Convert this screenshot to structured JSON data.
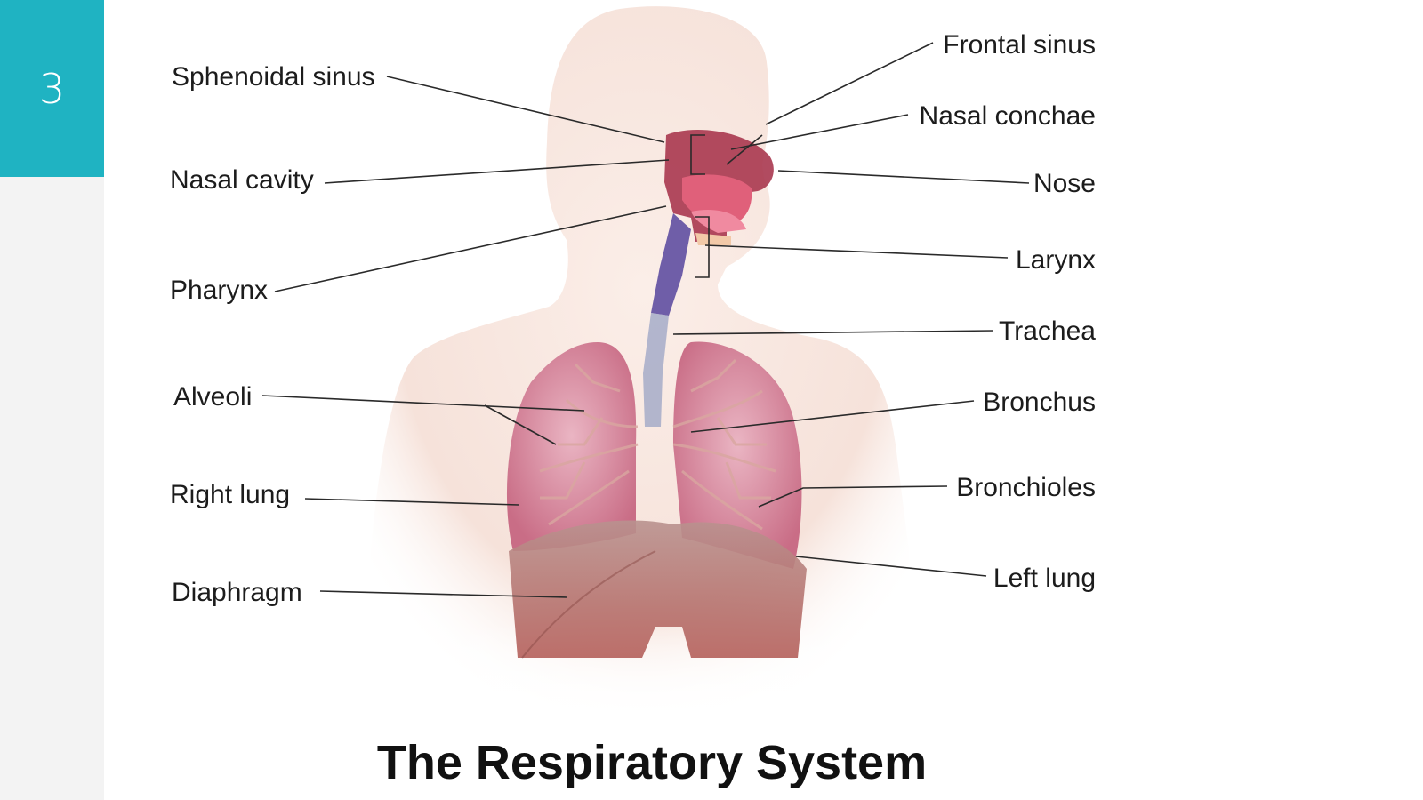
{
  "slide": {
    "number": "3",
    "accent_color": "#1fb3c2"
  },
  "diagram": {
    "title": "The Respiratory System",
    "labels_left": {
      "sphenoidal_sinus": "Sphenoidal sinus",
      "nasal_cavity": "Nasal cavity",
      "pharynx": "Pharynx",
      "alveoli": "Alveoli",
      "right_lung": "Right lung",
      "diaphragm": "Diaphragm"
    },
    "labels_right": {
      "frontal_sinus": "Frontal sinus",
      "nasal_conchae": "Nasal conchae",
      "nose": "Nose",
      "larynx": "Larynx",
      "trachea": "Trachea",
      "bronchus": "Bronchus",
      "bronchioles": "Bronchioles",
      "left_lung": "Left lung"
    },
    "colors": {
      "skin": "#f6e3dc",
      "lung": "#d98aa0",
      "airway": "#8e7fb5",
      "diaphragm": "#c7867a"
    }
  }
}
